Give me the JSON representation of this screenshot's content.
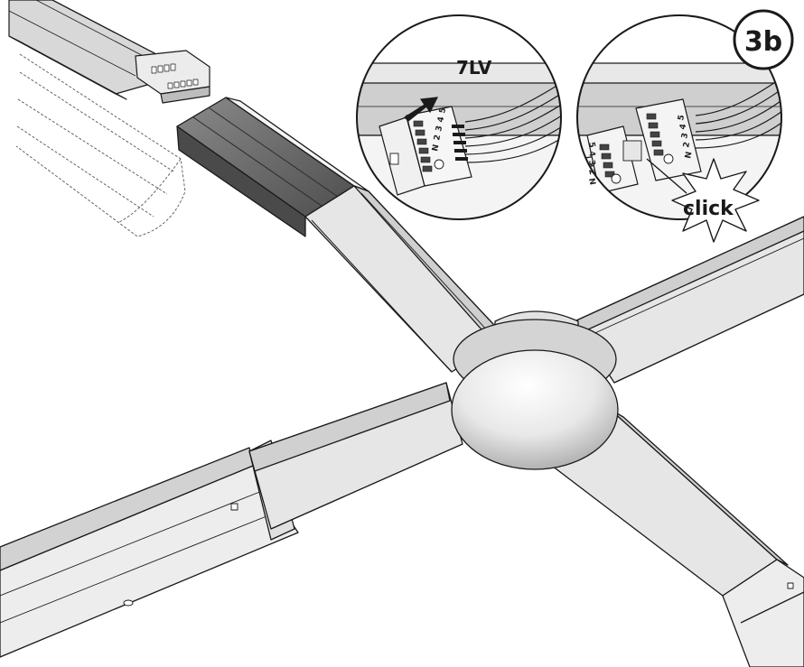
{
  "step_badge": "3b",
  "detail_left": {
    "label": "7LV",
    "pins": [
      "N",
      "2",
      "3",
      "4",
      "5"
    ]
  },
  "detail_right": {
    "pins": [
      "N",
      "2",
      "3",
      "4",
      "5"
    ],
    "pins_mirrored": [
      "5",
      "4",
      "3",
      "2",
      "N"
    ],
    "click_label": "click"
  },
  "colors": {
    "line": "#1a1a1a",
    "profile_light": "#e6e6e6",
    "profile_mid": "#c8c8c8",
    "profile_dark": "#6a6a6a",
    "wire": "#ffffff"
  }
}
